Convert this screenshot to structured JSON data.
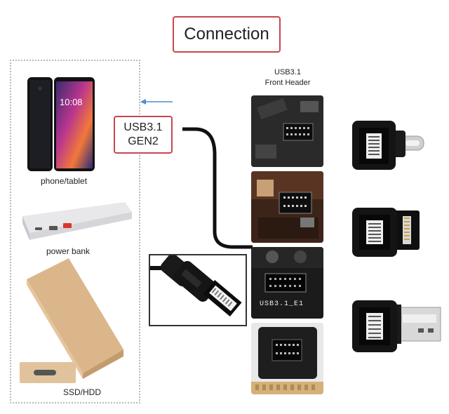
{
  "title": "Connection",
  "cable": {
    "line1": "USB3.1",
    "line2": "GEN2"
  },
  "header": {
    "line1": "USB3.1",
    "line2": "Front Header"
  },
  "devices": [
    {
      "label": "phone/tablet"
    },
    {
      "label": "power bank"
    },
    {
      "label": "SSD/HDD"
    }
  ],
  "motherboard_silkscreen": "USB3.1_E1",
  "colors": {
    "border_red": "#c9464f",
    "arrow_blue": "#4a8fd0",
    "gold": "#d9b78c"
  }
}
